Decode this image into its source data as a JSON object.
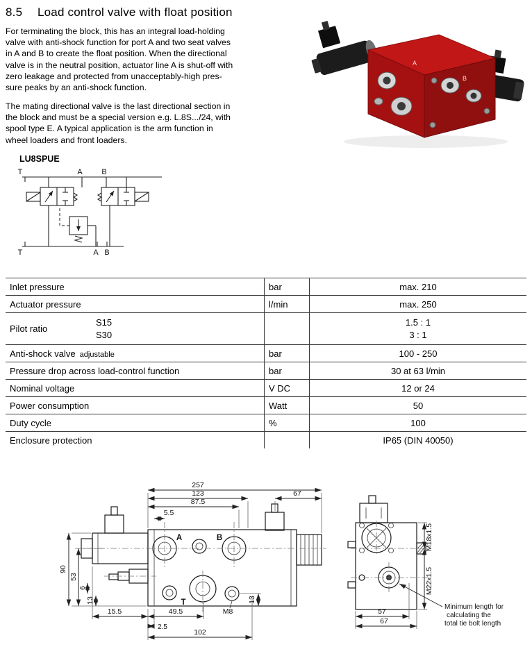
{
  "header": {
    "section_number": "8.5",
    "title": "Load control valve with float position"
  },
  "intro": {
    "para1": "For terminating the block, this has an integral load-holding\nvalve with anti-shock function for port A and two seat valves\nin A and B to create the float position. When the directional\nvalve is in the neutral position, actuator line A is shut-off with\nzero leakage and protected from unacceptably-high pres-\nsure peaks by an anti-shock function.",
    "para2": "The mating directional valve is the last directional section in\nthe block and must be a special version e.g. L.8S.../24, with\nspool type E. A typical application is the arm function in\nwheel loaders and front loaders."
  },
  "photo": {
    "label_a": "A",
    "label_b": "B"
  },
  "schematic": {
    "model": "LU8SPUE",
    "labels": {
      "t_top": "T",
      "a_top": "A",
      "b_top": "B",
      "t_bot": "T",
      "a_bot": "A",
      "b_bot": "B"
    }
  },
  "spec_table": {
    "rows": [
      {
        "name": "Inlet pressure",
        "unit": "bar",
        "value": "max. 210"
      },
      {
        "name": "Actuator pressure",
        "unit": "l/min",
        "value": "max. 250"
      },
      {
        "name": "Pilot ratio",
        "sub1": "S15",
        "sub2": "S30",
        "unit": "",
        "value1": "1.5 : 1",
        "value2": "3 : 1"
      },
      {
        "name": "Anti-shock valve",
        "note": "adjustable",
        "unit": "bar",
        "value": "100 - 250"
      },
      {
        "name": "Pressure drop across load-control function",
        "unit": "bar",
        "value": "30 at 63 l/min"
      },
      {
        "name": "Nominal voltage",
        "unit": "V DC",
        "value": "12 or 24"
      },
      {
        "name": "Power consumption",
        "unit": "Watt",
        "value": "50"
      },
      {
        "name": "Duty cycle",
        "unit": "%",
        "value": "100"
      },
      {
        "name": "Enclosure protection",
        "unit": "",
        "value": "IP65 (DIN 40050)"
      }
    ]
  },
  "drawing": {
    "dims": {
      "total_width": "257",
      "width_123": "123",
      "width_87_5": "87.5",
      "offset_5_5": "5.5",
      "right_67": "67",
      "height_90": "90",
      "height_53": "53",
      "height_6": "6",
      "height_13_left": "13",
      "bottom_15_5": "15.5",
      "bottom_49_5": "49.5",
      "bottom_2_5": "2.5",
      "bottom_102": "102",
      "thread_m8": "M8",
      "height_13_right": "13",
      "port_a": "A",
      "port_b": "B",
      "port_t": "T",
      "thread_m18": "M18x1.5",
      "thread_m22": "M22x1.5",
      "side_57": "57",
      "side_67": "67"
    },
    "note_line1": "Minimum length for",
    "note_line2": "calculating the",
    "note_line3": "total tie bolt length"
  }
}
